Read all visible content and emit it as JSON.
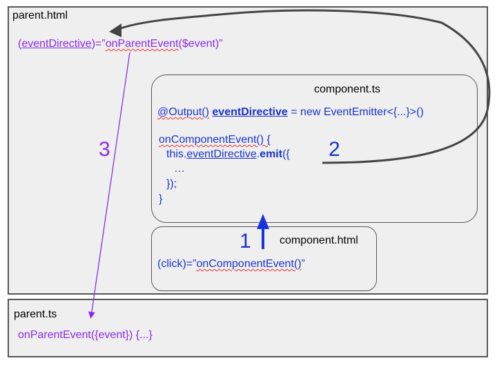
{
  "parent_html": {
    "title": "parent.html",
    "binding": {
      "open_paren": "(",
      "directive": "eventDirective",
      "eq_quote": ")=”",
      "handler": "onParentEvent",
      "args": "($event)”"
    }
  },
  "component_ts": {
    "title": "component.ts",
    "output_decorator": "@Output()",
    "output_name": "eventDirective",
    "output_rest": " = new EventEmitter<{...}>()",
    "method_sig": "onComponentEvent() {",
    "emit_this": "this.",
    "emit_directive": "eventDirective",
    "emit_dot": ".",
    "emit_fn": "emit",
    "emit_open": "({",
    "emit_body": "…",
    "emit_close": "});",
    "method_close": "}"
  },
  "component_html": {
    "title": "component.html",
    "click_prefix": "(click)=”",
    "click_handler": "onComponentEvent()",
    "click_suffix": "”"
  },
  "parent_ts": {
    "title": "parent.ts",
    "method": "onParentEvent({event}) {...}"
  },
  "steps": {
    "one": "1",
    "two": "2",
    "three": "3"
  },
  "colors": {
    "code_blue": "#1a33c9",
    "purple": "#8a2be2",
    "arrow_dark": "#444444",
    "arrow_blue": "#1a33e0"
  }
}
